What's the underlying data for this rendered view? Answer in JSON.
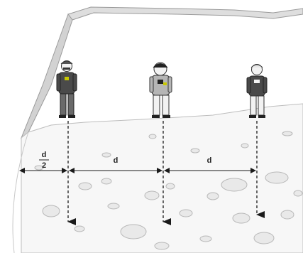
{
  "diagram": {
    "labels": {
      "half_numerator": "d",
      "half_denominator": "2",
      "spacing_1": "d",
      "spacing_2": "d"
    },
    "colors": {
      "ink": "#1a1a1a",
      "rock_fill": "#e9e9e9",
      "rock_stroke": "#b8b8b8",
      "wall": "#d6d6d6",
      "ground": "#f6f6f6",
      "clothing_dark": "#4a4a4a",
      "clothing_light": "#f2f2f2",
      "accent": "#c8c800"
    },
    "figures": [
      {
        "name": "worker-left",
        "icon": "person-icon"
      },
      {
        "name": "worker-middle",
        "icon": "person-icon"
      },
      {
        "name": "worker-right",
        "icon": "person-icon"
      }
    ]
  }
}
